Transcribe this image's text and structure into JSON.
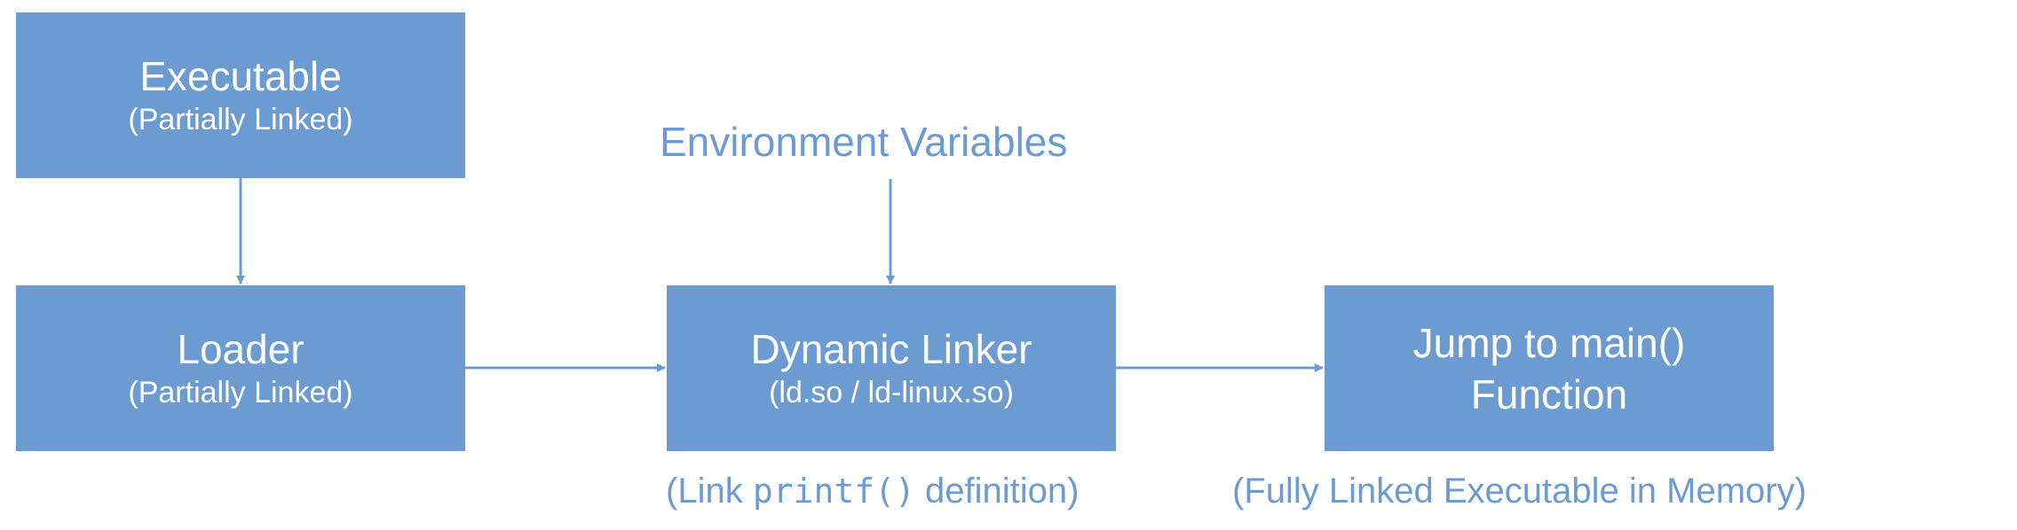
{
  "boxes": {
    "executable": {
      "title": "Executable",
      "subtitle": "(Partially Linked)"
    },
    "loader": {
      "title": "Loader",
      "subtitle": "(Partially Linked)"
    },
    "dynamic_linker": {
      "title": "Dynamic Linker",
      "subtitle": "(ld.so / ld-linux.so)"
    },
    "jump": {
      "line1": "Jump to main()",
      "line2": "Function"
    }
  },
  "labels": {
    "environment_variables": "Environment Variables",
    "link_note": {
      "prefix": "(Link ",
      "code": "printf()",
      "suffix": " definition)"
    },
    "fully_linked_note": "(Fully Linked Executable in Memory)"
  },
  "colors": {
    "box_fill": "#6b9bd1",
    "box_text": "#ffffff",
    "label_text": "#6b9bd1",
    "arrow": "#6b9bd1",
    "background": "#ffffff"
  }
}
